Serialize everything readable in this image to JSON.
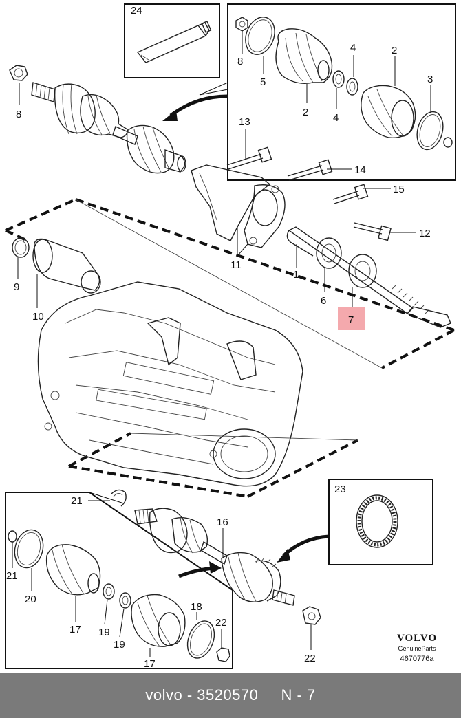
{
  "diagram": {
    "callouts": {
      "c24": "24",
      "c8a": "8",
      "c8b": "8",
      "c5": "5",
      "c2a": "2",
      "c2b": "2",
      "c4a": "4",
      "c4b": "4",
      "c3": "3",
      "c13": "13",
      "c14": "14",
      "c15": "15",
      "c12": "12",
      "c11": "11",
      "c1": "1",
      "c6": "6",
      "c7": "7",
      "c9": "9",
      "c10": "10",
      "c21a": "21",
      "c21b": "21",
      "c20": "20",
      "c16": "16",
      "c17a": "17",
      "c17b": "17",
      "c19a": "19",
      "c19b": "19",
      "c18": "18",
      "c22a": "22",
      "c22b": "22",
      "c23": "23"
    },
    "highlight_color": "#f4a9ad",
    "brand": {
      "name": "VOLVO",
      "sub": "GenuineParts",
      "number": "4670776a"
    }
  },
  "footer": {
    "text": "volvo - 3520570     N - 7"
  }
}
